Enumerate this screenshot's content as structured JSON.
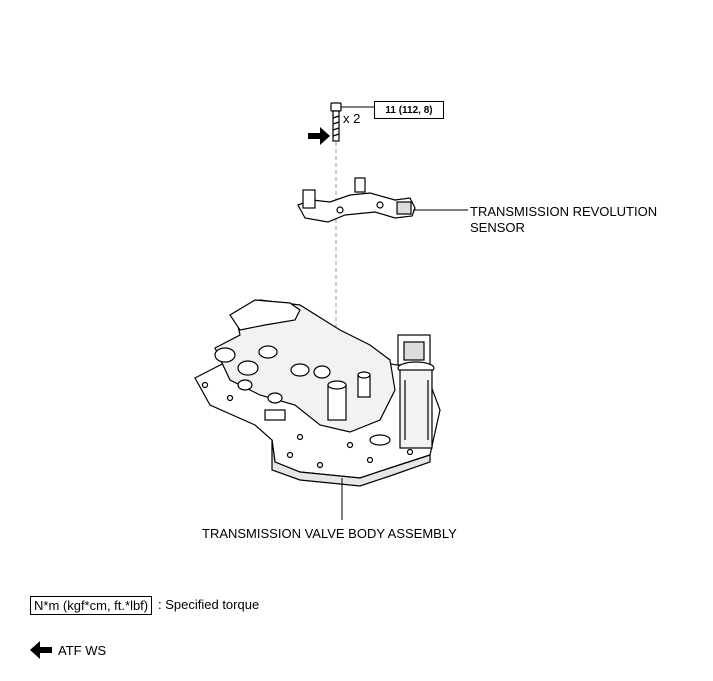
{
  "torque_callout": {
    "value": "11 (112, 8)",
    "quantity": "x 2"
  },
  "labels": {
    "sensor_line1": "TRANSMISSION REVOLUTION",
    "sensor_line2": "SENSOR",
    "valve_body": "TRANSMISSION VALVE BODY ASSEMBLY"
  },
  "legend": {
    "torque_units": "N*m (kgf*cm, ft.*lbf)",
    "torque_desc": ": Specified torque",
    "atf_label": "ATF WS"
  },
  "icons": {
    "apply_arrow": "arrow-right-icon",
    "atf_arrow": "arrow-left-icon"
  }
}
